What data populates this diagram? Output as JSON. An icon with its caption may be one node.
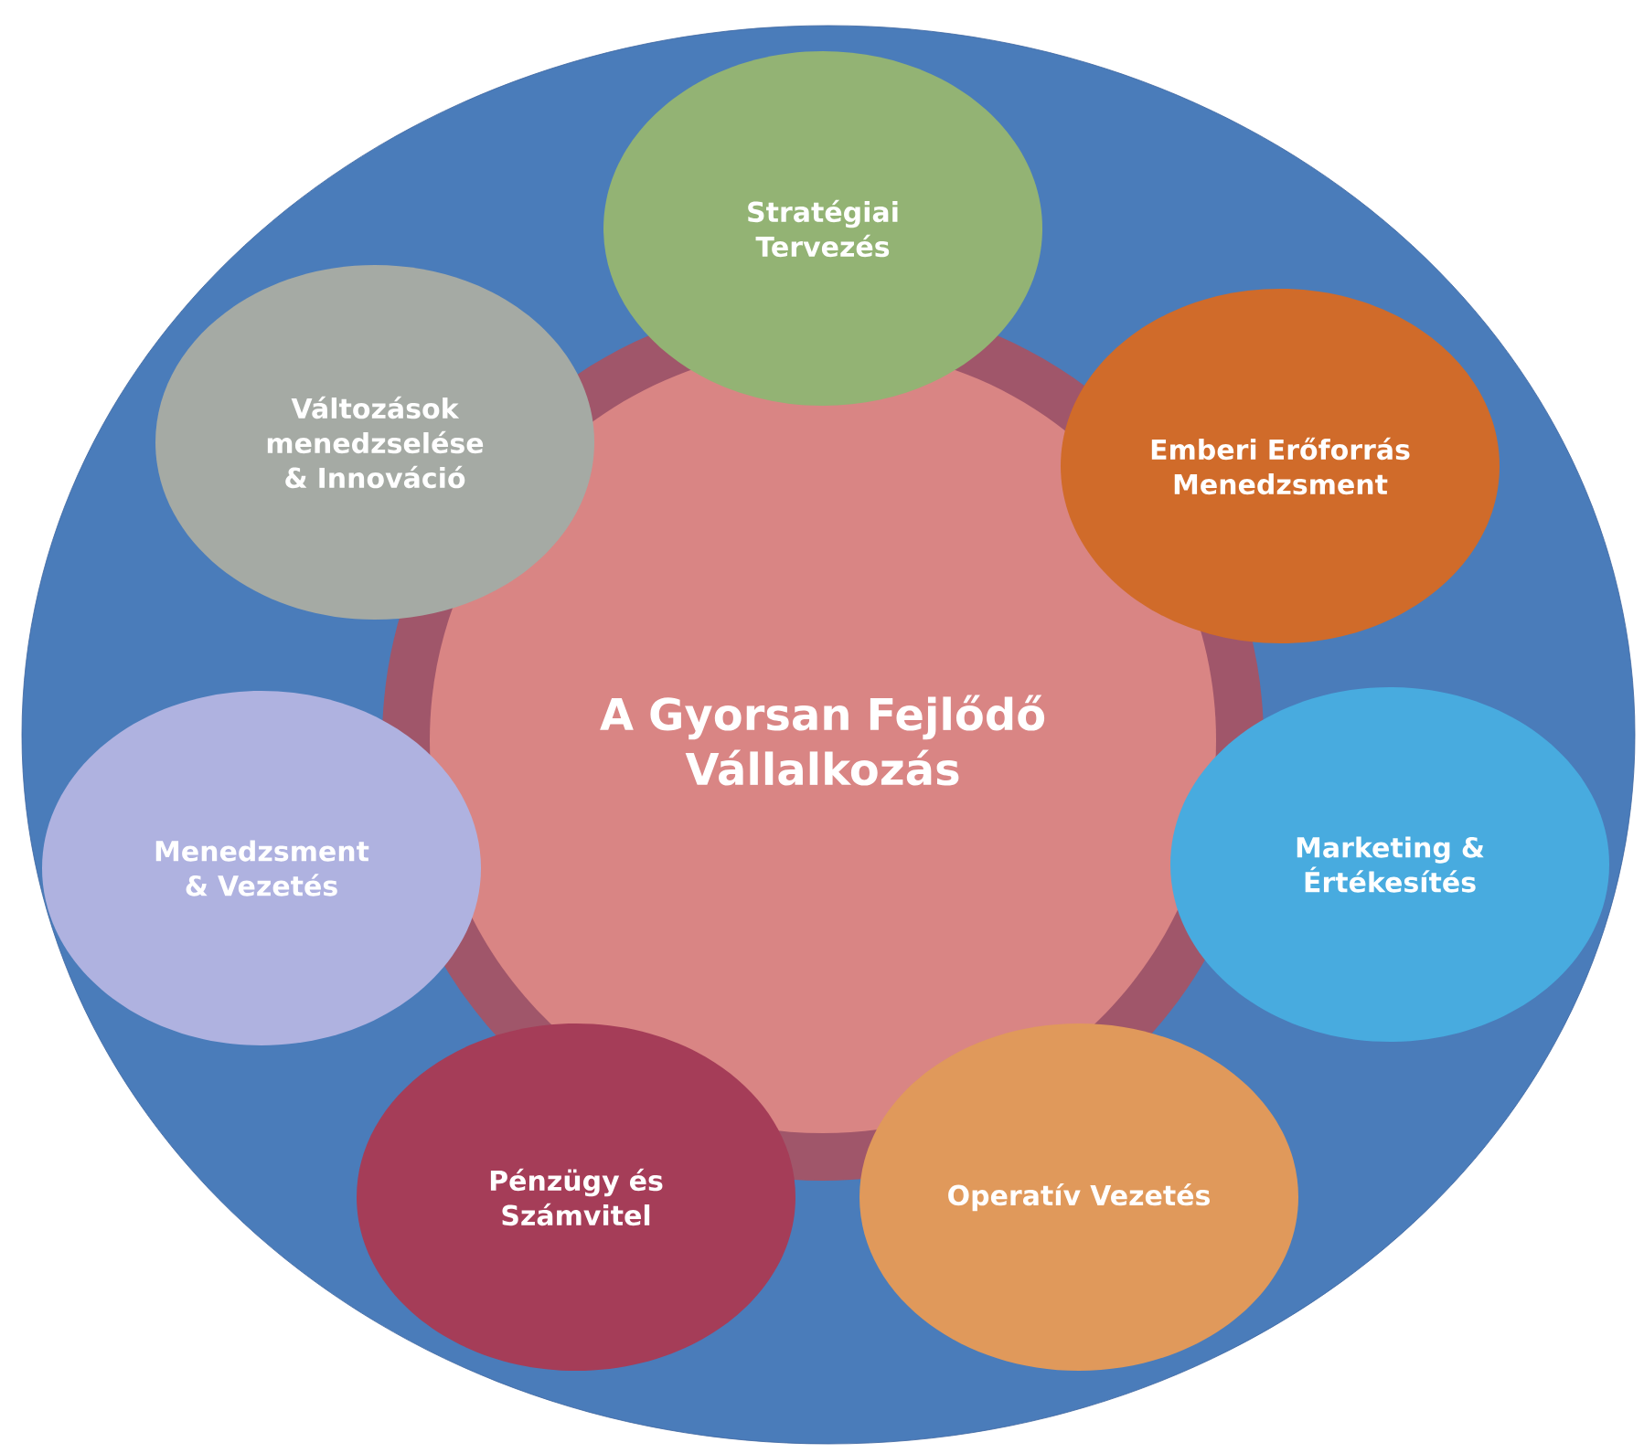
{
  "diagram": {
    "nodes": [
      {
        "text": [
          "A Gyorsan Fejlődő Vállalkozás"
        ]
      },
      {
        "text": [
          "Stratégiai Tervezés"
        ]
      },
      {
        "text": [
          "Emberi Erőforrás Menedzsment"
        ]
      },
      {
        "text": [
          "Marketing & Értékesítés"
        ]
      },
      {
        "text": [
          "Operatív Vezetés"
        ]
      },
      {
        "text": [
          "Pénzügy és Számvitel"
        ]
      },
      {
        "text": [
          "Menedzsment & Vezetés"
        ]
      },
      {
        "text": [
          "Változások menedzselése & Innováció"
        ]
      }
    ]
  }
}
